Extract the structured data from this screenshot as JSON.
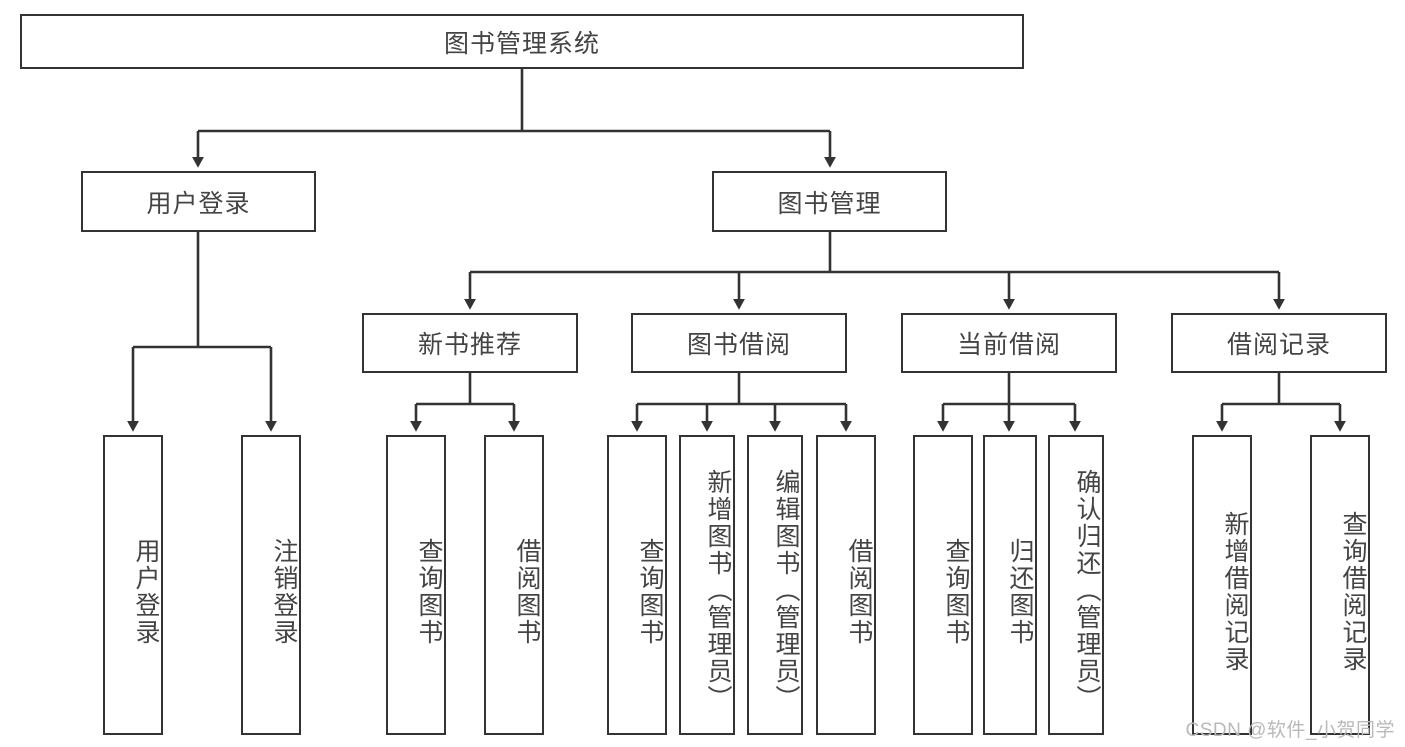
{
  "diagram": {
    "title": "图书管理系统",
    "type": "hierarchy-tree",
    "root": {
      "label": "图书管理系统"
    },
    "tier2": [
      {
        "label": "用户登录"
      },
      {
        "label": "图书管理"
      }
    ],
    "tier3": [
      {
        "label": "新书推荐"
      },
      {
        "label": "图书借阅"
      },
      {
        "label": "当前借阅"
      },
      {
        "label": "借阅记录"
      }
    ],
    "leaves": [
      {
        "label": "用户登录",
        "parent": "用户登录"
      },
      {
        "label": "注销登录",
        "parent": "用户登录"
      },
      {
        "label": "查询图书",
        "parent": "新书推荐"
      },
      {
        "label": "借阅图书",
        "parent": "新书推荐"
      },
      {
        "label": "查询图书",
        "parent": "图书借阅"
      },
      {
        "label": "新增图书（管理员）",
        "parent": "图书借阅"
      },
      {
        "label": "编辑图书（管理员）",
        "parent": "图书借阅"
      },
      {
        "label": "借阅图书",
        "parent": "图书借阅"
      },
      {
        "label": "查询图书",
        "parent": "当前借阅"
      },
      {
        "label": "归还图书",
        "parent": "当前借阅"
      },
      {
        "label": "确认归还（管理员）",
        "parent": "当前借阅"
      },
      {
        "label": "新增借阅记录",
        "parent": "借阅记录"
      },
      {
        "label": "查询借阅记录",
        "parent": "借阅记录"
      }
    ]
  },
  "watermark": {
    "text": "CSDN @软件_小贺同学"
  },
  "colors": {
    "box_border": "#333333",
    "box_fill": "#ffffff",
    "text": "#444444",
    "connector": "#333333",
    "watermark": "#b9b9b9",
    "background": "#ffffff"
  }
}
